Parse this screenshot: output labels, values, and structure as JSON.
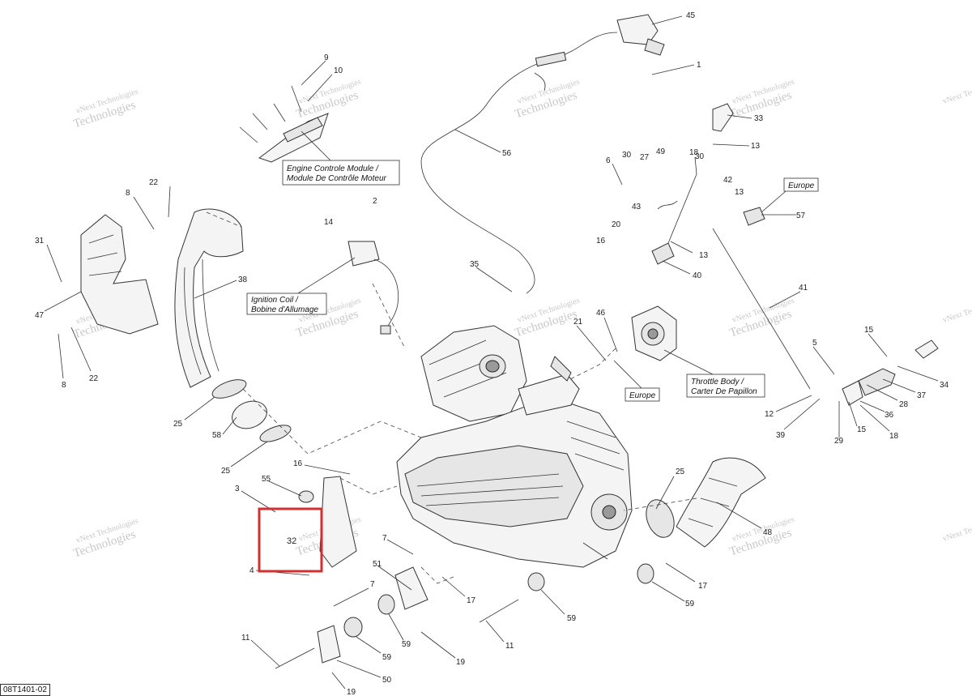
{
  "diagram": {
    "reference_code": "08T1401-02",
    "watermark_line1": "vNext Technologies",
    "watermark_line2": "Technologies",
    "labels": [
      {
        "id": "ecm",
        "line1": "Engine Controle Module /",
        "line2": "Module De Contrôle Moteur"
      },
      {
        "id": "ignition",
        "line1": "Ignition Coil /",
        "line2": "Bobine d'Allumage"
      },
      {
        "id": "throttle",
        "line1": "Throttle Body /",
        "line2": "Carter De Papillon"
      },
      {
        "id": "europe1",
        "line1": "Europe",
        "line2": ""
      },
      {
        "id": "europe2",
        "line1": "Europe",
        "line2": ""
      }
    ],
    "callouts": {
      "c45": "45",
      "c1": "1",
      "c9": "9",
      "c10": "10",
      "c33": "33",
      "c13a": "13",
      "c56": "56",
      "c6": "6",
      "c30a": "30",
      "c27": "27",
      "c49": "49",
      "c18a": "18",
      "c30b": "30",
      "c42": "42",
      "c13b": "13",
      "c22a": "22",
      "c8a": "8",
      "c2": "2",
      "c14": "14",
      "c43": "43",
      "c57": "57",
      "c20": "20",
      "c16a": "16",
      "c13c": "13",
      "c40": "40",
      "c31": "31",
      "c38": "38",
      "c35": "35",
      "c47": "47",
      "c41": "41",
      "c46": "46",
      "c21": "21",
      "c8b": "8",
      "c22b": "22",
      "c15a": "15",
      "c5": "5",
      "c34": "34",
      "c37": "37",
      "c28": "28",
      "c12": "12",
      "c36": "36",
      "c39": "39",
      "c29": "29",
      "c15b": "15",
      "c18b": "18",
      "c25a": "25",
      "c58": "58",
      "c25b": "25",
      "c16b": "16",
      "c25c": "25",
      "c55": "55",
      "c3": "3",
      "c32": "32",
      "c48": "48",
      "c4": "4",
      "c7a": "7",
      "c51": "51",
      "c17a": "17",
      "c17b": "17",
      "c59a": "59",
      "c7b": "7",
      "c59b": "59",
      "c59c": "59",
      "c59d": "59",
      "c11a": "11",
      "c11b": "11",
      "c19a": "19",
      "c50": "50",
      "c19b": "19"
    },
    "highlight_color": "#d32f2f"
  }
}
